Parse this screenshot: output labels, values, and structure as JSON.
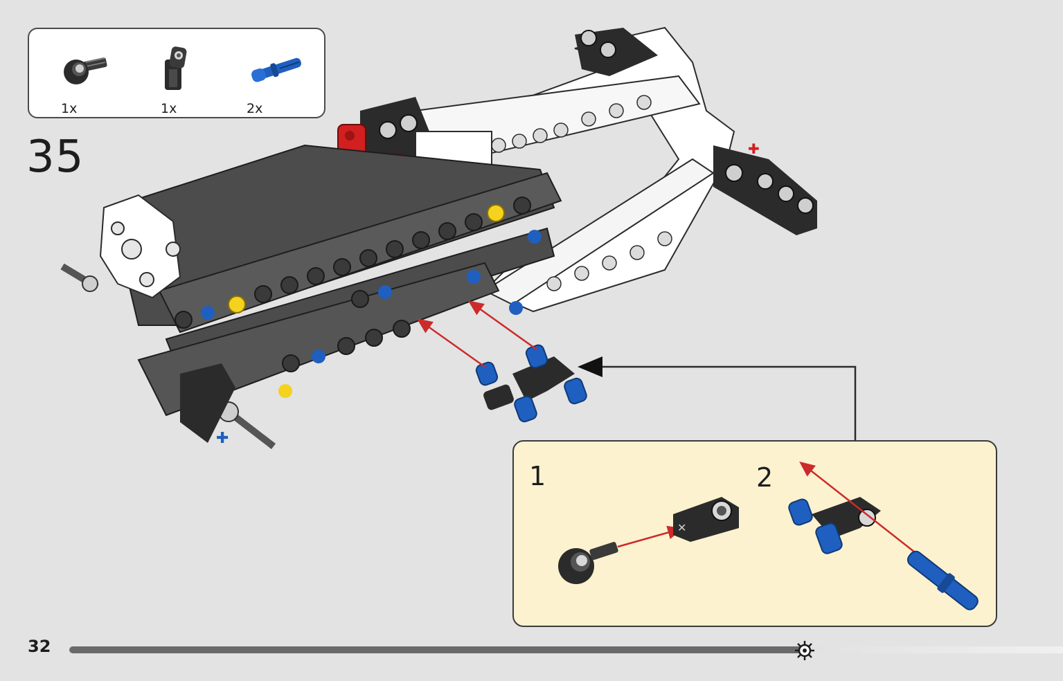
{
  "page": {
    "number": "32",
    "progress_fraction": 0.74
  },
  "parts_list": {
    "items": [
      {
        "name": "black axle-pin connector",
        "quantity": "1x",
        "color": "#2b2b2b"
      },
      {
        "name": "black angle connector",
        "quantity": "1x",
        "color": "#2b2b2b"
      },
      {
        "name": "blue pin",
        "quantity": "2x",
        "color": "#1f5fbf"
      }
    ]
  },
  "step": {
    "number": "35"
  },
  "callout": {
    "substeps": [
      {
        "number": "1"
      },
      {
        "number": "2"
      }
    ],
    "background": "#fcf2cf"
  },
  "colors": {
    "dark_grey": "#4c4c4c",
    "black": "#2b2b2b",
    "white": "#ffffff",
    "red": "#d21f1f",
    "blue": "#1f5fbf",
    "yellow": "#f4d21e",
    "arrow": "#cc2b2b"
  },
  "icons": {
    "progress_marker": "gear-icon"
  }
}
